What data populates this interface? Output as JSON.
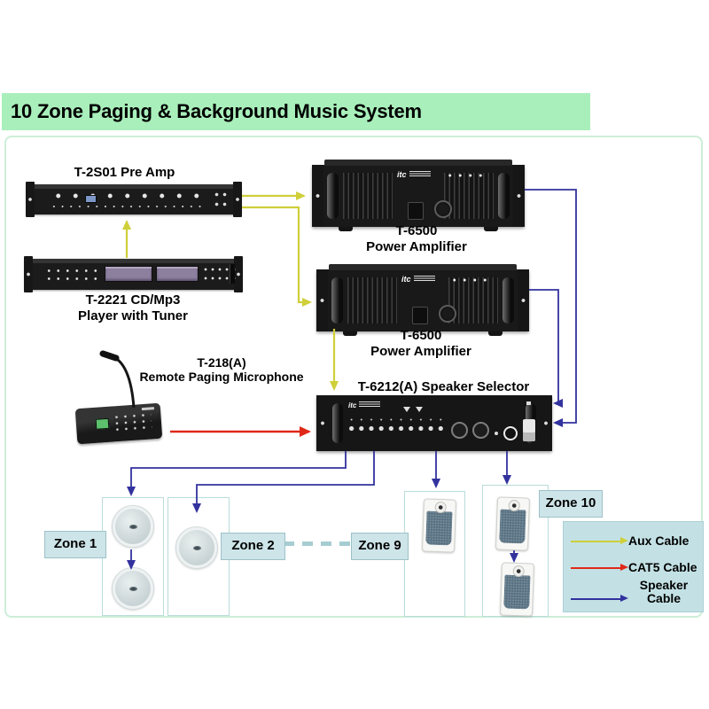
{
  "title": "10 Zone Paging & Background Music System",
  "devices": {
    "brand": "itc",
    "preamp": {
      "label": "T-2S01 Pre Amp"
    },
    "cd_player": {
      "label_line1": "T-2221 CD/Mp3",
      "label_line2": "Player with Tuner"
    },
    "power_amp_1": {
      "model": "T-6500",
      "type_label": "Power Amplifier"
    },
    "power_amp_2": {
      "model": "T-6500",
      "type_label": "Power Amplifier"
    },
    "paging_mic": {
      "label_line1": "T-218(A)",
      "label_line2": "Remote Paging Microphone"
    },
    "speaker_selector": {
      "label": "T-6212(A) Speaker Selector"
    }
  },
  "zones": {
    "zone1_label": "Zone 1",
    "zone2_label": "Zone 2",
    "zone9_label": "Zone 9",
    "zone10_label": "Zone 10"
  },
  "legend": {
    "aux_label": "Aux Cable",
    "cat5_label": "CAT5 Cable",
    "speaker_label_line1": "Speaker",
    "speaker_label_line2": "Cable"
  },
  "colors": {
    "title_bg": "#a9efbb",
    "frame_border": "#cdeed8",
    "aux_cable": "#cfcf3a",
    "cat5_cable": "#e02818",
    "speaker_cable": "#32329e",
    "dashed_connector": "#a6cdd2",
    "zone_label_bg": "#cde4e8",
    "legend_bg": "#c3e1e5"
  }
}
